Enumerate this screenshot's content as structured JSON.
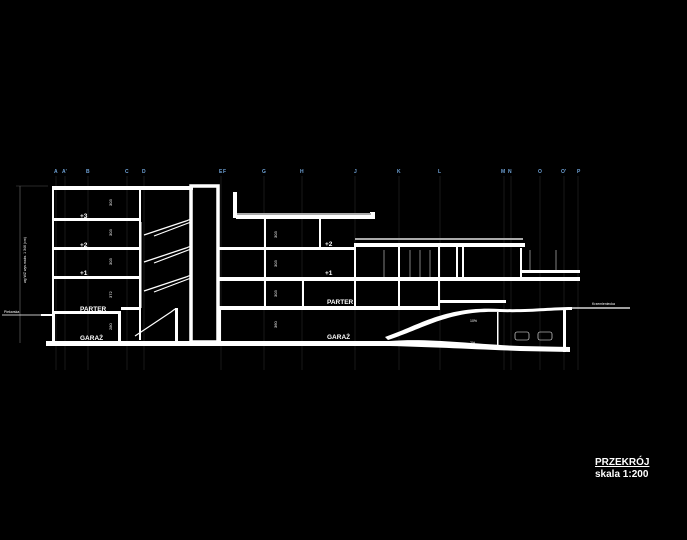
{
  "axes": [
    "A",
    "A'",
    "B",
    "C",
    "D",
    "E",
    "F",
    "G",
    "H",
    "J",
    "K",
    "L",
    "M",
    "N",
    "O",
    "O'",
    "P"
  ],
  "floors": {
    "plus3": "+3",
    "plus2_left": "+2",
    "plus2_mid": "+2",
    "plus1_left": "+1",
    "plus1_mid": "+1",
    "parter_left": "PARTER",
    "parter_mid": "PARTER",
    "garaz_left": "GARAŻ",
    "garaz_mid": "GARAŻ"
  },
  "dimensions": {
    "d303_a": "303",
    "d303_b": "303",
    "d303_c": "303",
    "d372": "372",
    "d280": "280",
    "d303_g1": "303",
    "d303_g2": "303",
    "d303_g3": "303",
    "d360": "360"
  },
  "height_note": "wg WZ wys.maks. 1 346 (cm)",
  "streets": {
    "left": "Piekarska",
    "right": "Krzemieniecka"
  },
  "ramp": {
    "upper": "10%",
    "lower": "2%"
  },
  "title": {
    "line1": "PRZEKRÓJ",
    "line2": "skala 1:200"
  },
  "colors": {
    "background": "#000000",
    "structure": "#ffffff",
    "axis_labels": "#6fa3d8"
  }
}
